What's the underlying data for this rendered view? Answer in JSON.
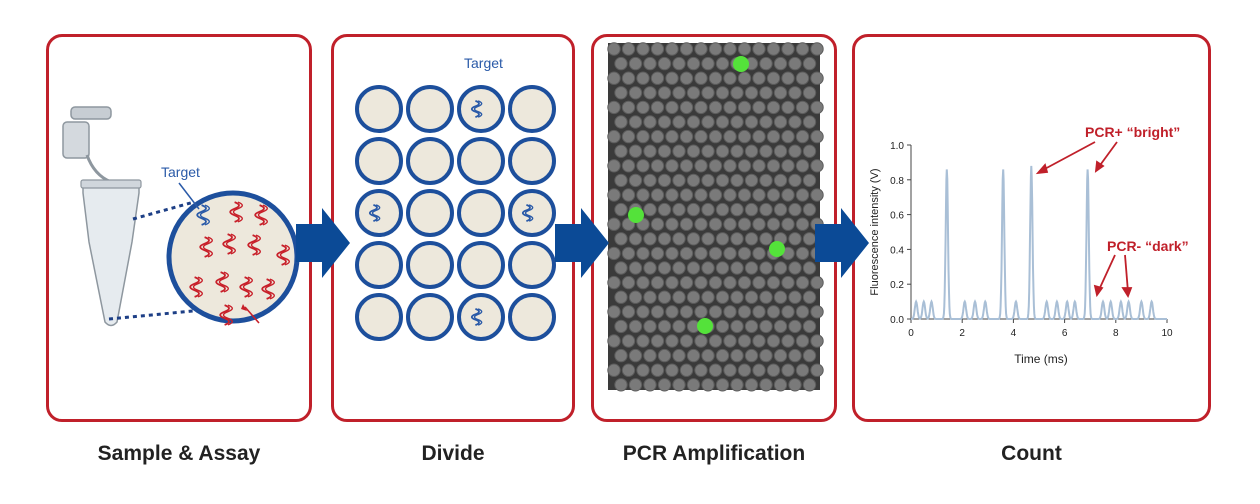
{
  "steps": [
    {
      "caption": "Sample & Assay",
      "target_label": "Target"
    },
    {
      "caption": "Divide",
      "target_label": "Target"
    },
    {
      "caption": "PCR Amplification"
    },
    {
      "caption": "Count"
    }
  ],
  "colors": {
    "border": "#c0202a",
    "arrow": "#0b4a96",
    "well": "#1d4f9c",
    "well_fill": "#ede8dc",
    "dna_red": "#c8202a",
    "dna_blue": "#2a5aa8",
    "signal": "#a9bfd6",
    "positive": "#54e23a"
  },
  "divide_grid": {
    "rows": 5,
    "cols": 4,
    "target_wells": [
      [
        0,
        2
      ],
      [
        2,
        0
      ],
      [
        2,
        3
      ],
      [
        4,
        2
      ]
    ]
  },
  "pcr_positives": 4,
  "chart_data": {
    "type": "line",
    "xlabel": "Time (ms)",
    "ylabel": "Fluorescence intensity (V)",
    "xlim": [
      0,
      10
    ],
    "ylim": [
      0,
      1.0
    ],
    "xticks": [
      "0",
      "2",
      "4",
      "6",
      "8",
      "10"
    ],
    "yticks": [
      "0.0",
      "0.2",
      "0.4",
      "0.6",
      "0.8",
      "1.0"
    ],
    "peaks": [
      {
        "x": 0.2,
        "y": 0.1
      },
      {
        "x": 0.5,
        "y": 0.1
      },
      {
        "x": 0.8,
        "y": 0.1
      },
      {
        "x": 1.4,
        "y": 0.86
      },
      {
        "x": 2.1,
        "y": 0.1
      },
      {
        "x": 2.5,
        "y": 0.1
      },
      {
        "x": 2.9,
        "y": 0.1
      },
      {
        "x": 3.6,
        "y": 0.86
      },
      {
        "x": 4.1,
        "y": 0.1
      },
      {
        "x": 4.7,
        "y": 0.88
      },
      {
        "x": 5.3,
        "y": 0.1
      },
      {
        "x": 5.7,
        "y": 0.1
      },
      {
        "x": 6.1,
        "y": 0.1
      },
      {
        "x": 6.4,
        "y": 0.1
      },
      {
        "x": 6.9,
        "y": 0.86
      },
      {
        "x": 7.5,
        "y": 0.1
      },
      {
        "x": 7.8,
        "y": 0.1
      },
      {
        "x": 8.2,
        "y": 0.1
      },
      {
        "x": 8.5,
        "y": 0.1
      },
      {
        "x": 9.0,
        "y": 0.1
      },
      {
        "x": 9.4,
        "y": 0.1
      }
    ],
    "annotations": [
      {
        "text": "PCR+ “bright”"
      },
      {
        "text": "PCR- “dark”"
      }
    ]
  }
}
